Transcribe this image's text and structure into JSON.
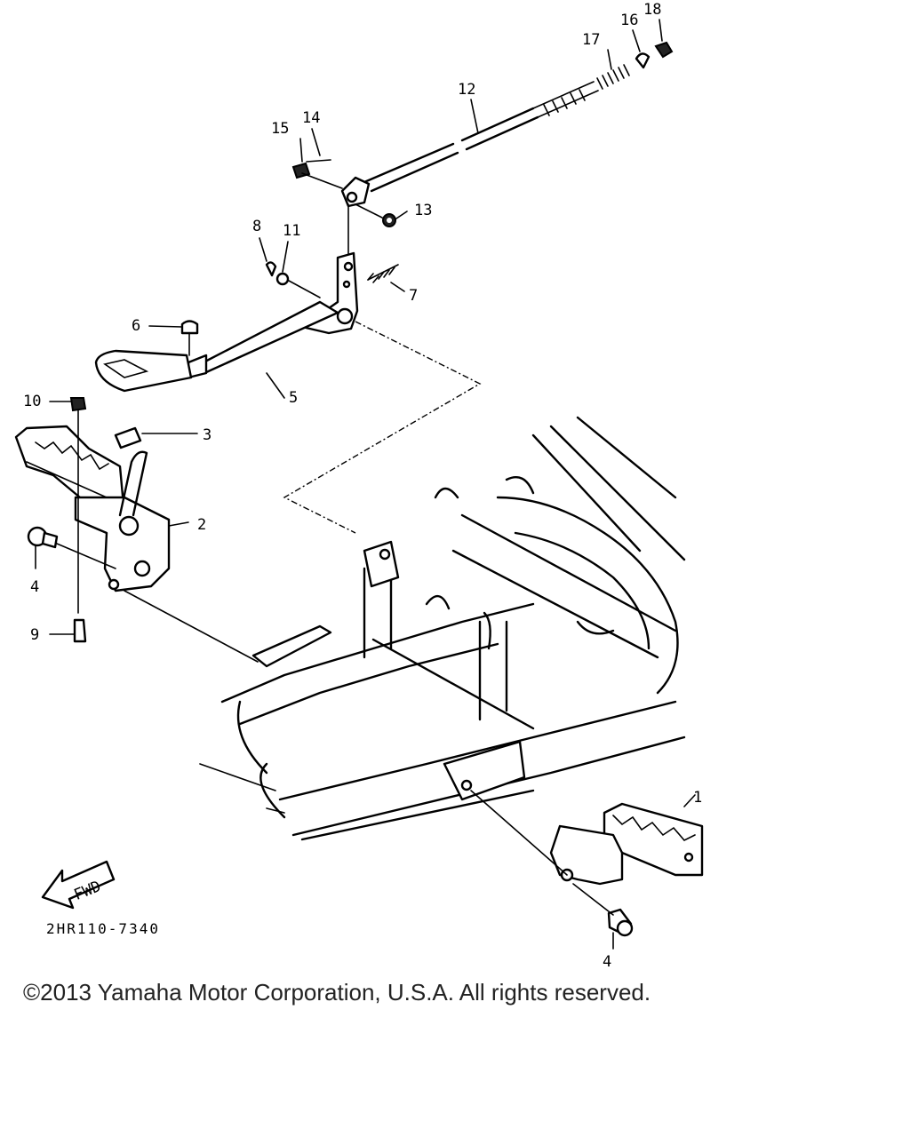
{
  "callouts": [
    "1",
    "2",
    "3",
    "4",
    "4",
    "5",
    "6",
    "7",
    "8",
    "9",
    "10",
    "11",
    "12",
    "13",
    "14",
    "15",
    "16",
    "17",
    "18"
  ],
  "fwd_label": "FWD",
  "diagram_code": "2HR110-7340",
  "copyright": "©2013 Yamaha Motor Corporation, U.S.A. All rights reserved.",
  "colors": {
    "line": "#000000",
    "background": "#ffffff",
    "copyright_text": "#222222"
  }
}
